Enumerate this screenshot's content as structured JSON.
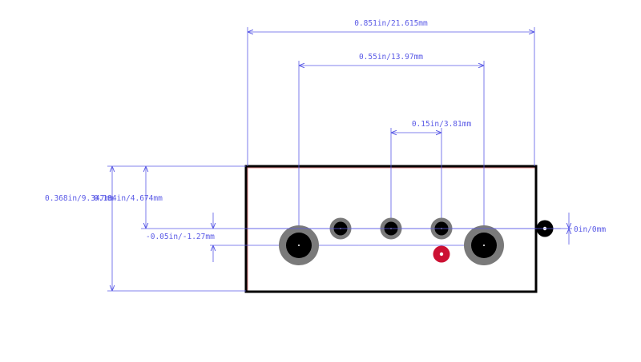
{
  "colors": {
    "background": "#ffffff",
    "dimension": "#5a5ae6",
    "outline": "#000000",
    "inner_outline": "#d98080",
    "pad_ring": "#7a7a7a",
    "pad_hole": "#000000",
    "pin1_pad": "#cc1133",
    "center_mark": "#ffffff"
  },
  "dimensions": {
    "overall_width": "0.851in/21.615mm",
    "mount_spacing": "0.55in/13.97mm",
    "pin_pitch": "0.15in/3.81mm",
    "overall_height": "0.368in/9.347mm",
    "body_height": "0.184in/4.674mm",
    "row_offset": "-0.05in/-1.27mm",
    "ref_offset": "0in/0mm"
  },
  "icons": {
    "origin": "origin-marker-icon",
    "pin1": "pin1-marker-icon"
  }
}
